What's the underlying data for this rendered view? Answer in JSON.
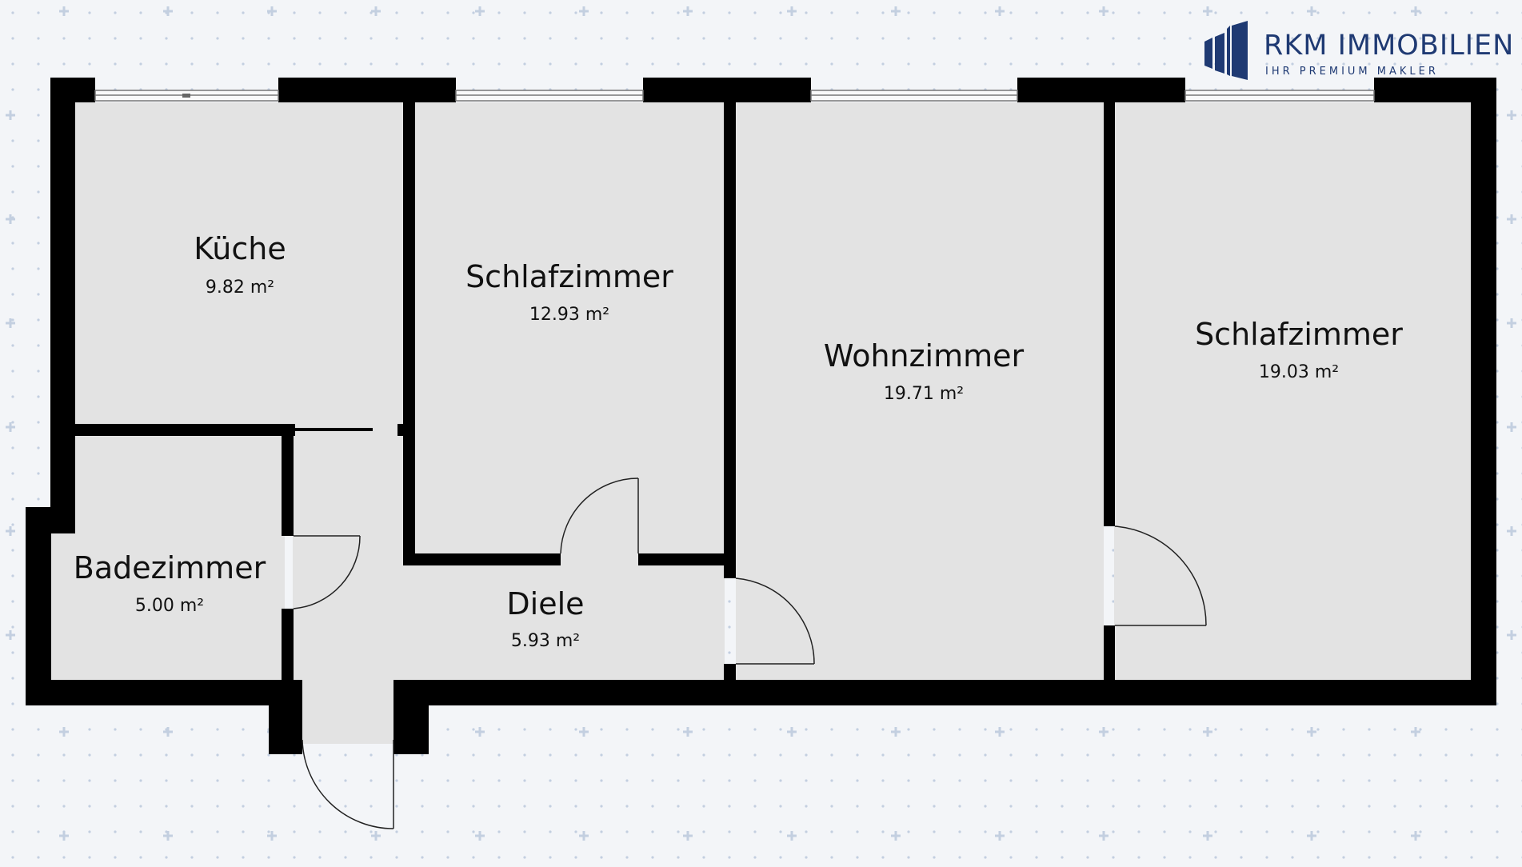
{
  "colors": {
    "background": "#f3f5f8",
    "grid_marks": "#c3cfe0",
    "room_fill": "#e3e3e3",
    "wall": "#000000",
    "door_line": "#222222",
    "logo_brand": "#1f3a73"
  },
  "logo": {
    "title": "RKM IMMOBILIEN",
    "subtitle": "IHR PREMIUM MAKLER",
    "icon": "building-icon"
  },
  "rooms": [
    {
      "id": "kueche",
      "name": "Küche",
      "area": "9.82 m²"
    },
    {
      "id": "schlafzimmer-1",
      "name": "Schlafzimmer",
      "area": "12.93 m²"
    },
    {
      "id": "wohnzimmer",
      "name": "Wohnzimmer",
      "area": "19.71 m²"
    },
    {
      "id": "schlafzimmer-2",
      "name": "Schlafzimmer",
      "area": "19.03 m²"
    },
    {
      "id": "badezimmer",
      "name": "Badezimmer",
      "area": "5.00 m²"
    },
    {
      "id": "diele",
      "name": "Diele",
      "area": "5.93 m²"
    }
  ]
}
